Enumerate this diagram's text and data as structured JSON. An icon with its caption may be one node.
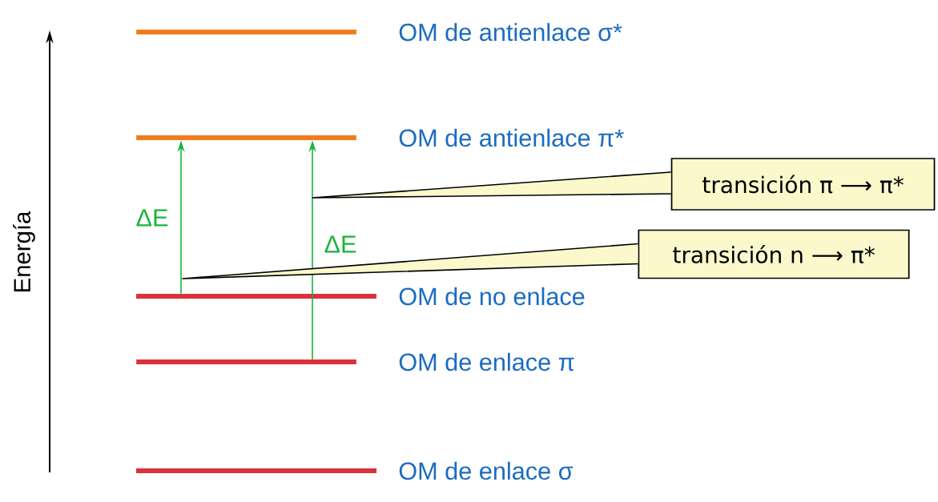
{
  "diagram": {
    "nodes": [
      {
        "text": [],
        "shape": "bar",
        "beside": [
          "OM de antienlace σ*"
        ]
      },
      {
        "text": [],
        "shape": "bar",
        "beside": [
          "OM de antienlace π*"
        ]
      },
      {
        "text": [],
        "shape": "bar",
        "beside": [
          "OM de no enlace"
        ]
      },
      {
        "text": [],
        "shape": "bar",
        "beside": [
          "OM de enlace π"
        ]
      },
      {
        "text": [],
        "shape": "bar",
        "beside": [
          "OM de enlace σ"
        ]
      },
      {
        "text": [
          "transición π ⟶ π*"
        ]
      },
      {
        "text": [
          "transición n ⟶ π*"
        ]
      }
    ],
    "edges": [
      {
        "from": 2,
        "to": 1,
        "arrow": "to",
        "label": "ΔE",
        "color": "#19b33c"
      },
      {
        "from": 3,
        "to": 1,
        "arrow": "to",
        "label": "ΔE",
        "color": "#19b33c"
      },
      {
        "from": 5,
        "to": null,
        "arrow": "none",
        "color": "#000000"
      },
      {
        "from": 6,
        "to": null,
        "arrow": "none",
        "color": "#000000"
      }
    ],
    "labels": [
      "Energía"
    ]
  }
}
